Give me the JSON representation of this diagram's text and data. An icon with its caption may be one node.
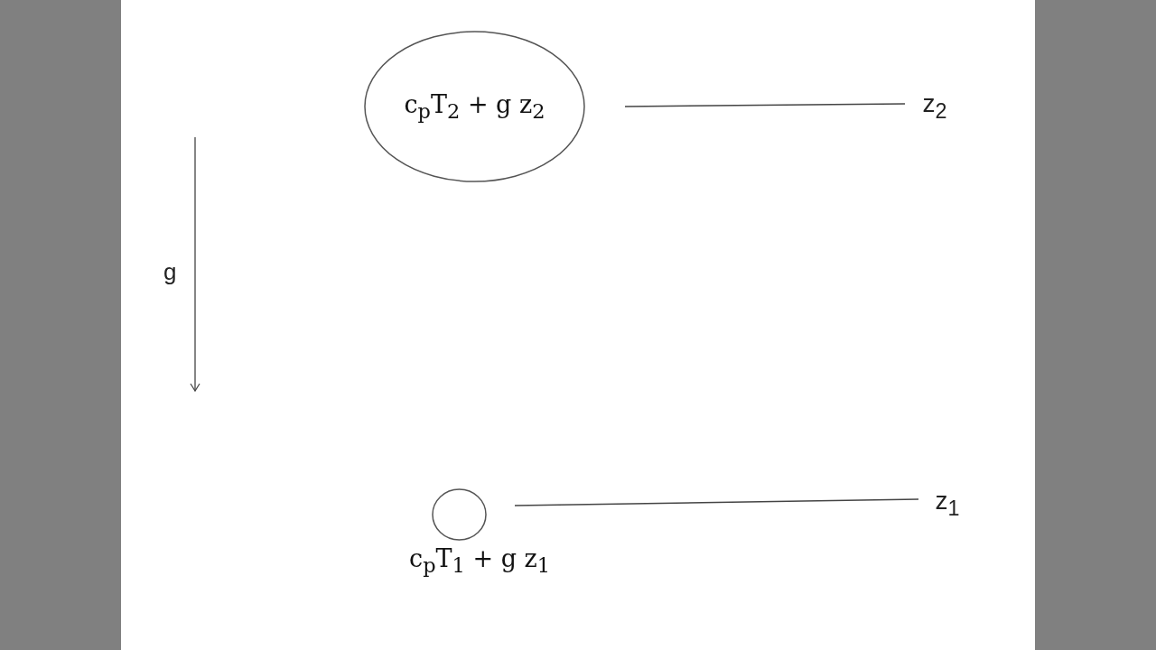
{
  "diagram": {
    "nodes": [
      {
        "text": [
          "c$_{p}$T$_{2}$ + g z$_{2}$"
        ]
      },
      {
        "text": [
          "z$_{2}$"
        ]
      },
      {
        "text": [],
        "shape": "circle",
        "beside": [
          "c$_{p}$T$_{1}$ + g z$_{1}$"
        ]
      },
      {
        "text": [
          "z$_{1}$"
        ]
      }
    ],
    "edges": [
      {
        "from": 0,
        "to": 1,
        "arrow": "none"
      },
      {
        "from": 2,
        "to": 3,
        "arrow": "none"
      }
    ],
    "labels": [
      "g"
    ]
  }
}
